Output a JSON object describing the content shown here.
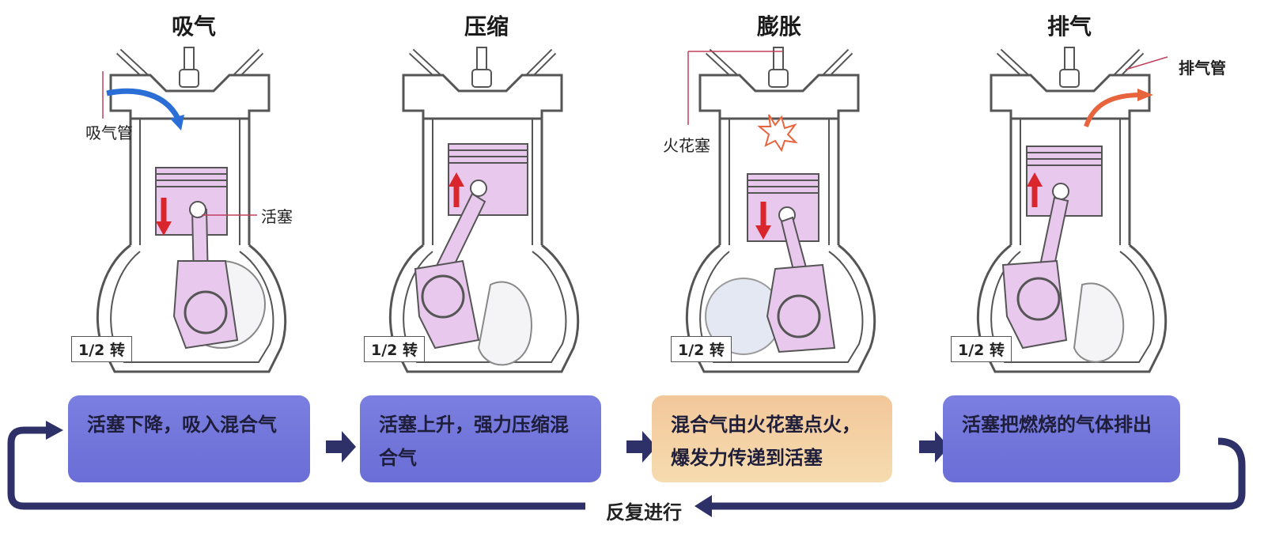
{
  "strokes": [
    {
      "title": "吸气",
      "half_turn": "1/2 转",
      "description": "活塞下降，吸入混合气"
    },
    {
      "title": "压缩",
      "half_turn": "1/2 转",
      "description": "活塞上升，强力压缩混合气"
    },
    {
      "title": "膨胀",
      "half_turn": "1/2 转",
      "description": "混合气由火花塞点火，爆发力传递到活塞"
    },
    {
      "title": "排气",
      "half_turn": "1/2 转",
      "description": "活塞把燃烧的气体排出"
    }
  ],
  "labels": {
    "intake_pipe": "吸气管",
    "piston": "活塞",
    "spark_plug": "火花塞",
    "exhaust_pipe": "排气管"
  },
  "repeat": "反复进行",
  "colors": {
    "engine_outline": "#555555",
    "piston_fill": "#e9c8ee",
    "desc_blue": "#6e72da",
    "desc_orange": "#f3cd9f",
    "cycle_arrow": "#2e3168",
    "piston_arrow": "#d9262c",
    "intake_arrow": "#2b6fd6",
    "exhaust_arrow": "#e8643c"
  }
}
